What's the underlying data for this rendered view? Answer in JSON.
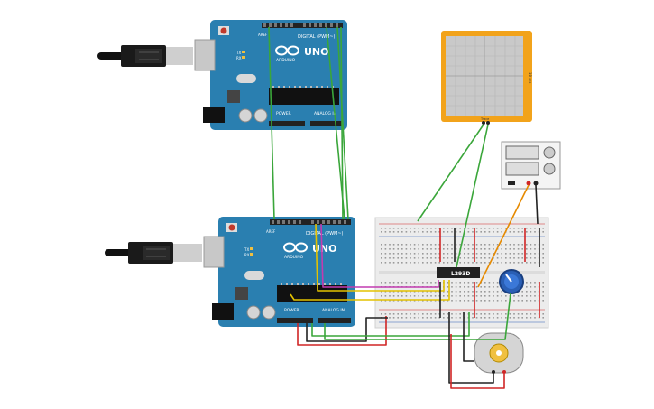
{
  "scene": {
    "background": "#ffffff",
    "colors": {
      "board": "#2a7fb0",
      "board_dark": "#1f6a96",
      "header": "#222222",
      "breadboard": "#ececec",
      "osc_frame": "#f2a31b",
      "osc_screen": "#c9c9c9",
      "wire_green": "#3aa63a",
      "wire_red": "#d02525",
      "wire_black": "#222222",
      "wire_yellow": "#e3c200",
      "wire_magenta": "#c23bb0",
      "wire_orange": "#e68a00",
      "pot_blue": "#2a5fb5"
    }
  },
  "arduino_top": {
    "logo": "UNO",
    "brand": "ARDUINO",
    "digital_label": "DIGITAL (PWM~)",
    "power_label": "POWER",
    "analog_label": "ANALOG IN",
    "aref": "AREF",
    "tx": "TX",
    "rx": "RX"
  },
  "arduino_bottom": {
    "logo": "UNO",
    "brand": "ARDUINO",
    "digital_label": "DIGITAL (PWM~)",
    "power_label": "POWER",
    "analog_label": "ANALOG IN",
    "aref": "AREF",
    "tx": "TX",
    "rx": "RX"
  },
  "ic": {
    "label": "L293D"
  },
  "oscilloscope": {
    "side_label": "10 ms",
    "probe_label": "Trace"
  },
  "icons": [
    "usb-cable-icon",
    "power-jack-icon",
    "potentiometer-icon",
    "dc-motor-icon",
    "power-supply-icon"
  ]
}
